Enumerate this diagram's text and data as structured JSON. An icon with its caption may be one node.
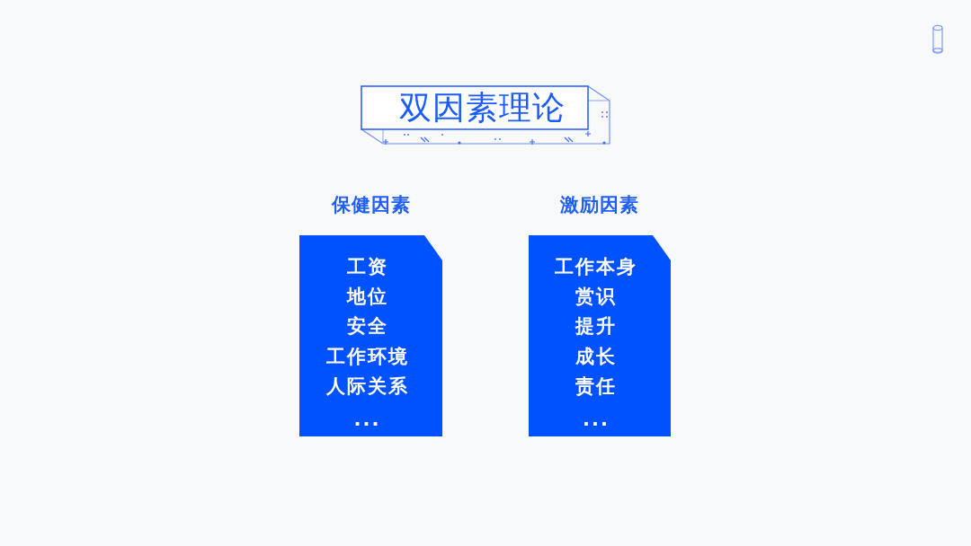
{
  "diagram": {
    "title": "双因素理论",
    "nodes": [
      {
        "text": [
          "保健因素",
          "工资",
          "地位",
          "安全",
          "工作环境",
          "人际关系",
          "..."
        ]
      },
      {
        "text": [
          "激励因素",
          "工作本身",
          "赏识",
          "提升",
          "成长",
          "责任",
          "..."
        ]
      }
    ]
  }
}
